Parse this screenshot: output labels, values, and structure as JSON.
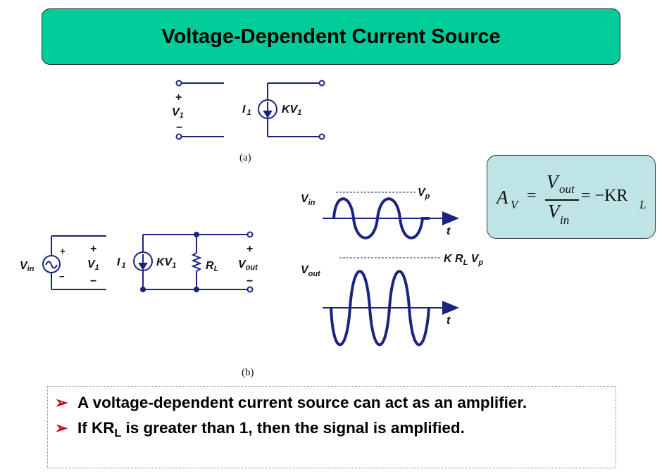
{
  "title": "Voltage-Dependent Current Source",
  "circuit_a": {
    "caption": "(a)",
    "plus": "+",
    "minus": "−",
    "v_label": "V",
    "v_sub": "1",
    "i_label": "I",
    "i_sub": "1",
    "kv_label": "KV",
    "kv_sub": "1"
  },
  "circuit_b": {
    "caption": "(b)",
    "vin_label": "V",
    "vin_sub": "in",
    "plus": "+",
    "minus": "−",
    "v1_label": "V",
    "v1_sub": "1",
    "i_label": "I",
    "i_sub": "1",
    "kv_label": "KV",
    "kv_sub": "1",
    "rl_label": "R",
    "rl_sub": "L",
    "vout_label": "V",
    "vout_sub": "out"
  },
  "waveforms": {
    "vin_label": "V",
    "vin_sub": "in",
    "vp_label": "V",
    "vp_sub": "p",
    "t_label": "t",
    "vout_label": "V",
    "vout_sub": "out",
    "krlvp_k": "K R",
    "krlvp_sub": "L",
    "krlvp_v": " V",
    "krlvp_vsub": "p",
    "t2_label": "t"
  },
  "formula": {
    "av": "A",
    "av_sub": "V",
    "eq1": "=",
    "num": "V",
    "num_sub": "out",
    "den": "V",
    "den_sub": "in",
    "eq2": "= −KR",
    "rhs_sub": "L"
  },
  "bullets": {
    "marker": "➢",
    "b1": "A voltage-dependent current source can act as an amplifier.",
    "b2_pre": "If KR",
    "b2_sub": "L",
    "b2_post": " is greater than 1, then the signal is amplified."
  },
  "colors": {
    "title_bg": "#00CC99",
    "circuit": "#1A237E",
    "formula_bg": "#BEE4E6",
    "bullet_marker": "#CC0000"
  }
}
